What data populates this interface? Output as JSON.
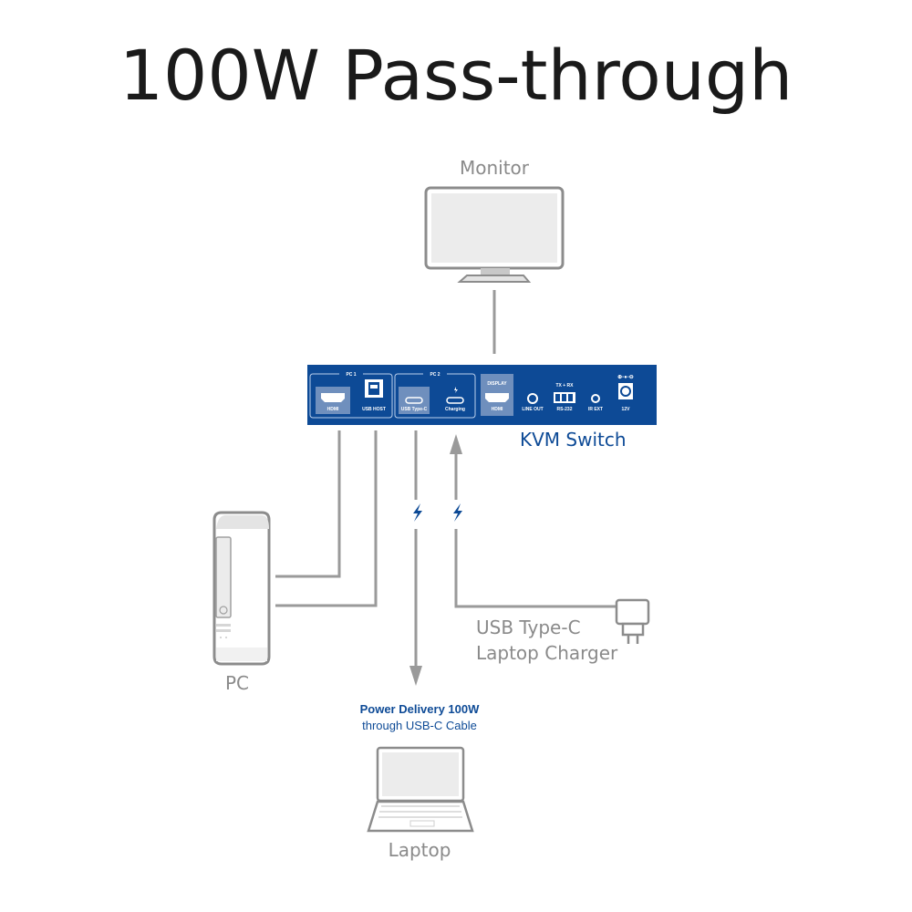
{
  "title": "100W Pass-through",
  "devices": {
    "monitor": "Monitor",
    "kvm_switch": "KVM Switch",
    "pc": "PC",
    "laptop": "Laptop",
    "charger_line1": "USB Type-C",
    "charger_line2": "Laptop Charger"
  },
  "power_delivery": {
    "line1": "Power Delivery 100W",
    "line2": "through USB-C Cable"
  },
  "kvm_panel": {
    "group_pc1": "PC 1",
    "group_pc2": "PC 2",
    "display_group": "DISPLAY",
    "ports": {
      "pc1_hdmi": "HDMI",
      "usb_host": "USB HOST",
      "usb_type_c": "USB Type-C",
      "charging": "Charging",
      "display_hdmi": "HDMI",
      "line_out": "LINE OUT",
      "rs232_top": "TX + RX",
      "rs232": "RS-232",
      "ir_ext": "IR EXT",
      "power": "12V"
    }
  },
  "colors": {
    "brand_blue": "#0d4a96",
    "line_gray": "#9a9a9a",
    "device_outline": "#8c8c8c",
    "device_fill": "#ececec",
    "port_highlight": "#6f8fbd"
  }
}
